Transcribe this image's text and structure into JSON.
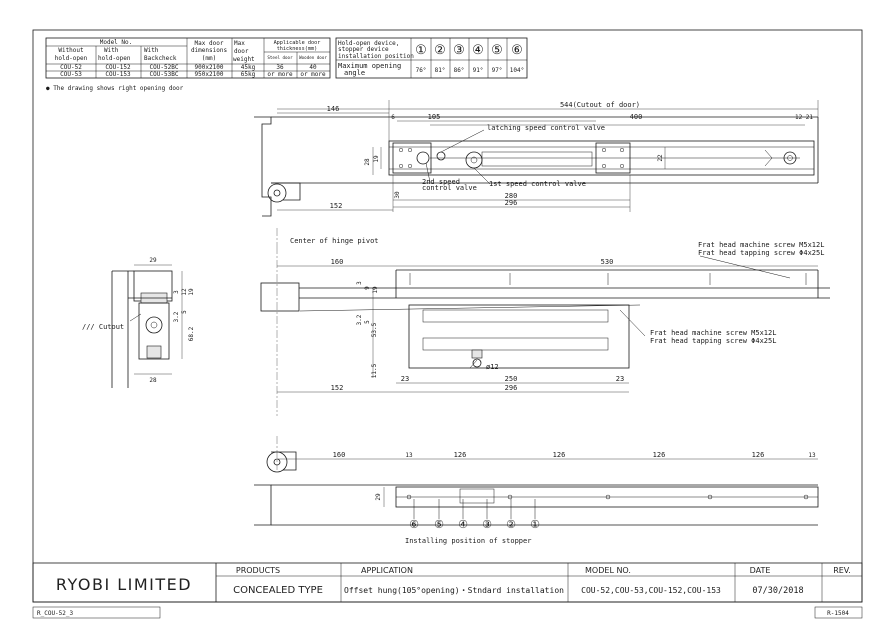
{
  "spec_table": {
    "header_model": "Model No.",
    "col_without": [
      "Without",
      "hold-open"
    ],
    "col_with": [
      "With",
      "hold-open"
    ],
    "col_backcheck": [
      "With",
      "Backcheck"
    ],
    "col_dims": [
      "Max door",
      "dimensions",
      "(mm)"
    ],
    "col_weight": [
      "Max",
      "door",
      "weight"
    ],
    "col_thickness": [
      "Applicable door",
      "thickness(mm)"
    ],
    "steel_door": "Steel door",
    "wooden_door": "Wooden door",
    "rows": [
      [
        "COU-52",
        "COU-152",
        "COU-52BC",
        "900x2100",
        "45kg",
        "36",
        "40"
      ],
      [
        "COU-53",
        "COU-153",
        "COU-53BC",
        "950x2100",
        "65kg",
        "or more",
        "or more"
      ]
    ]
  },
  "stopper_table": {
    "title": [
      "Hold-open device,",
      "stopper device",
      "installation position"
    ],
    "row_label": [
      "Maximum opening",
      "angle"
    ],
    "positions": [
      "①",
      "②",
      "③",
      "④",
      "⑤",
      "⑥"
    ],
    "angles": [
      "76°",
      "81°",
      "86°",
      "91°",
      "97°",
      "104°"
    ]
  },
  "note": "● The drawing shows right opening door",
  "view_top": {
    "dim_146": "146",
    "dim_cutout": "544(Cutout of door)",
    "dim_6": "6",
    "dim_105": "105",
    "dim_400": "400",
    "dim_12_21": "12 21",
    "dim_28": "28",
    "dim_19": "19",
    "dim_22": "22",
    "dim_30": "30",
    "dim_280": "280",
    "dim_152": "152",
    "dim_296": "296",
    "label_latching": "latching speed control valve",
    "label_2nd": [
      "2nd speed",
      "control valve"
    ],
    "label_1st": "1st speed control valve",
    "label_hinge": "Center of hinge pivot"
  },
  "view_mid": {
    "dim_160": "160",
    "dim_530": "530",
    "dim_3": "3",
    "dim_9": "9",
    "dim_19": "19",
    "dim_3_2": "3.2",
    "dim_5": "5",
    "dim_53_5": "53.5",
    "dim_11_5": "11.5",
    "dim_23a": "23",
    "dim_250": "250",
    "dim_23b": "23",
    "dim_12": "ø12",
    "dim_152": "152",
    "dim_296": "296",
    "screw_top_1": "Frat head machine screw M5x12L",
    "screw_top_2": "Frat head tapping screw Φ4x25L",
    "screw_mid_1": "Frat head machine screw M5x12L",
    "screw_mid_2": "Frat head tapping screw Φ4x25L"
  },
  "section": {
    "dim_29": "29",
    "dim_3": "3",
    "dim_12": "12",
    "dim_19": "19",
    "dim_3_2": "3.2",
    "dim_5": "5",
    "dim_68_2": "68.2",
    "dim_28": "28",
    "label_cutout": "/// Cutout"
  },
  "view_bottom": {
    "dim_160": "160",
    "dim_13a": "13",
    "dims_126": [
      "126",
      "126",
      "126",
      "126"
    ],
    "dim_13b": "13",
    "dim_29": "29",
    "stopper_markers": [
      "⑥",
      "⑤",
      "④",
      "③",
      "②",
      "①"
    ],
    "label_stopper": "Installing position of stopper"
  },
  "title_block": {
    "company": "RYOBI LIMITED",
    "h_products": "PRODUCTS",
    "h_application": "APPLICATION",
    "h_model": "MODEL NO.",
    "h_date": "DATE",
    "h_rev": "REV.",
    "products": "CONCEALED TYPE",
    "application": "Offset hung(105°opening)・Stndard installation",
    "model": "COU-52,COU-53,COU-152,COU-153",
    "date": "07/30/2018",
    "rev": ""
  },
  "footer": {
    "file": "R_COU-52_3",
    "ref": "R-1504"
  }
}
